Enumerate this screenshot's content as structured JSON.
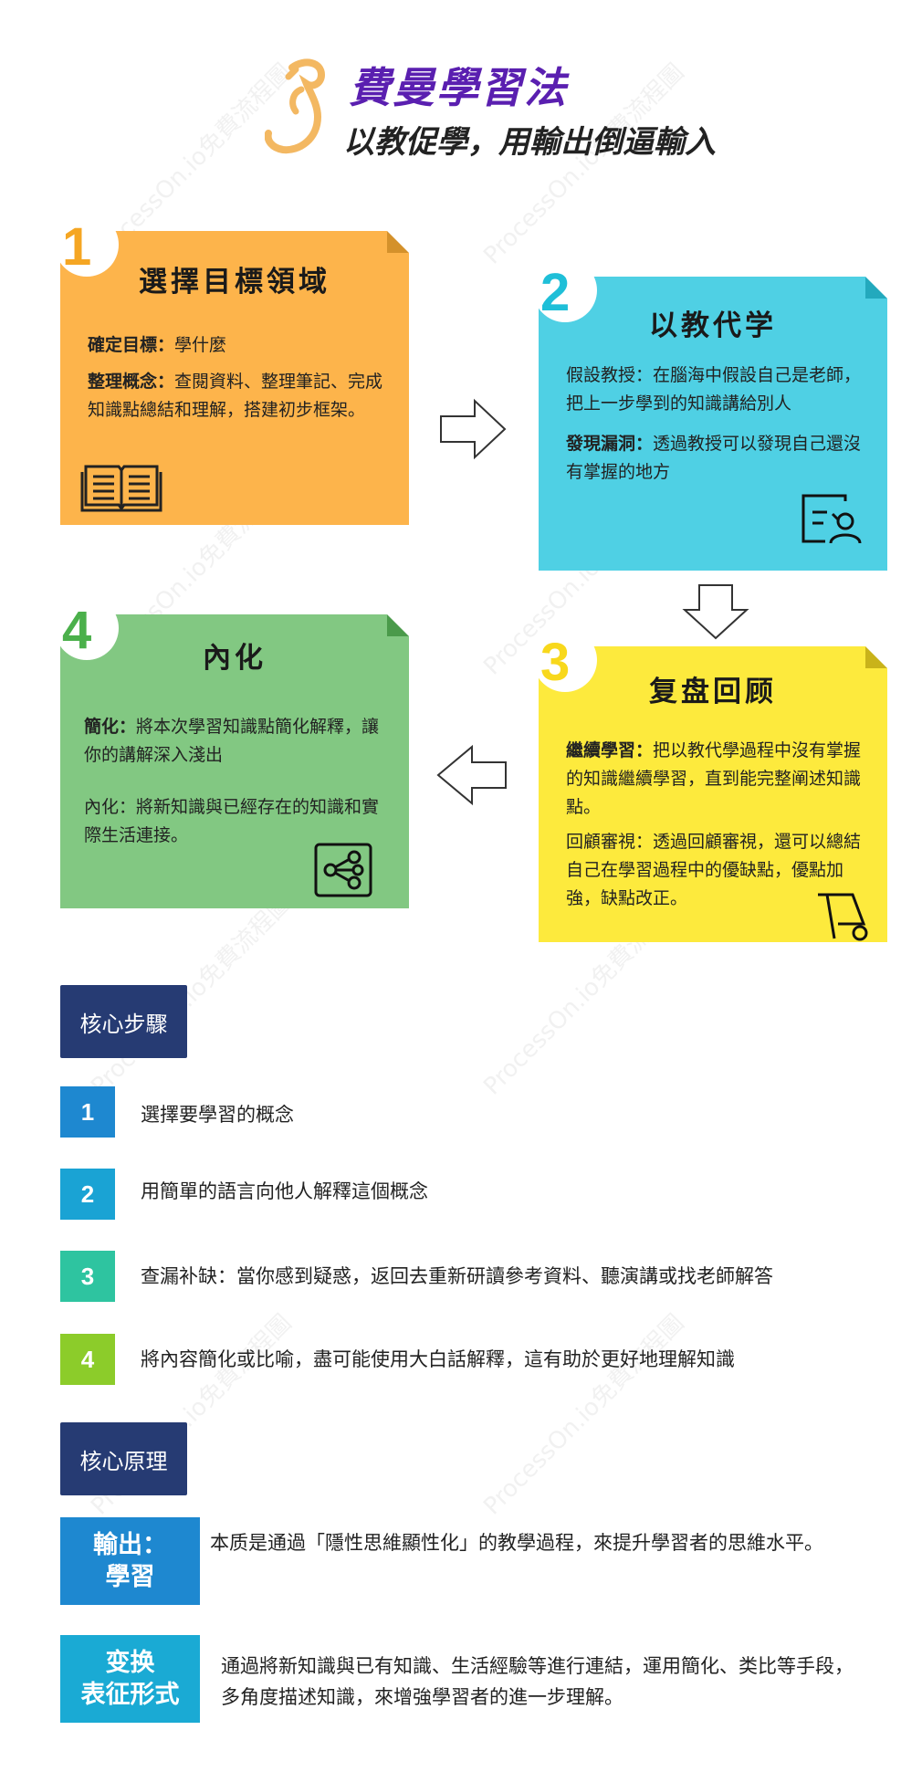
{
  "header": {
    "title": "費曼學習法",
    "subtitle": "以教促學，用輸出倒逼輸入"
  },
  "watermark": "ProcessOn.io免費流程圖",
  "cards": [
    {
      "num": "1",
      "title": "選擇目標領域",
      "color": "#fdb44b",
      "num_color": "#f5a623",
      "icon": "book-icon",
      "paras": [
        {
          "bold": "確定目標：",
          "text": "學什麼"
        },
        {
          "bold": "整理概念：",
          "text": "查閱資料、整理筆記、完成知識點總結和理解，搭建初步框架。"
        }
      ]
    },
    {
      "num": "2",
      "title": "以教代学",
      "color": "#4fd0e4",
      "num_color": "#1fbfd8",
      "icon": "presenter-icon",
      "paras": [
        {
          "bold": "",
          "text": "假設教授：在腦海中假設自己是老師，把上一步學到的知識講給別人"
        },
        {
          "bold": "發現漏洞：",
          "text": "透過教授可以發現自己還沒有掌握的地方"
        }
      ]
    },
    {
      "num": "3",
      "title": "复盘回顾",
      "color": "#fdea3d",
      "num_color": "#f8d81c",
      "icon": "cart-icon",
      "paras": [
        {
          "bold": "繼續學習：",
          "text": "把以教代學過程中沒有掌握的知識繼續學習，直到能完整阐述知識點。"
        },
        {
          "bold": "",
          "text": "回顧審視：透過回顧審視，還可以總結自己在學習過程中的優缺點，優點加強，缺點改正。"
        }
      ]
    },
    {
      "num": "4",
      "title": "內化",
      "color": "#82c882",
      "num_color": "#4bb04b",
      "icon": "share-network-icon",
      "paras": [
        {
          "bold": "簡化：",
          "text": "將本次學習知識點簡化解釋，讓你的講解深入淺出"
        },
        {
          "bold": "",
          "text": "內化：將新知識與已經存在的知識和實際生活連接。"
        }
      ]
    }
  ],
  "core_steps": {
    "label": "核心步驟",
    "items": [
      {
        "num": "1",
        "color": "#1e88d0",
        "text": "選擇要學習的概念"
      },
      {
        "num": "2",
        "color": "#1aa3d4",
        "text": "用簡單的語言向他人解釋這個概念"
      },
      {
        "num": "3",
        "color": "#2ec4a0",
        "text": "查漏补缺：當你感到疑惑，返回去重新研讀參考資料、聽演講或找老師解答"
      },
      {
        "num": "4",
        "color": "#8ccc2a",
        "text": "將內容簡化或比喻，盡可能使用大白話解釋，這有助於更好地理解知識"
      }
    ]
  },
  "core_principles": {
    "label": "核心原理",
    "items": [
      {
        "tag": "輸出：\n學習",
        "color": "#1e88d0",
        "text": "本质是通過「隱性思維顯性化」的教學過程，來提升學習者的思維水平。"
      },
      {
        "tag": "变换\n表征形式",
        "color": "#1aaad4",
        "text": "通過將新知識與已有知識、生活經驗等進行連結，運用簡化、类比等手段，多角度描述知識，來增強學習者的進一步理解。"
      }
    ]
  }
}
